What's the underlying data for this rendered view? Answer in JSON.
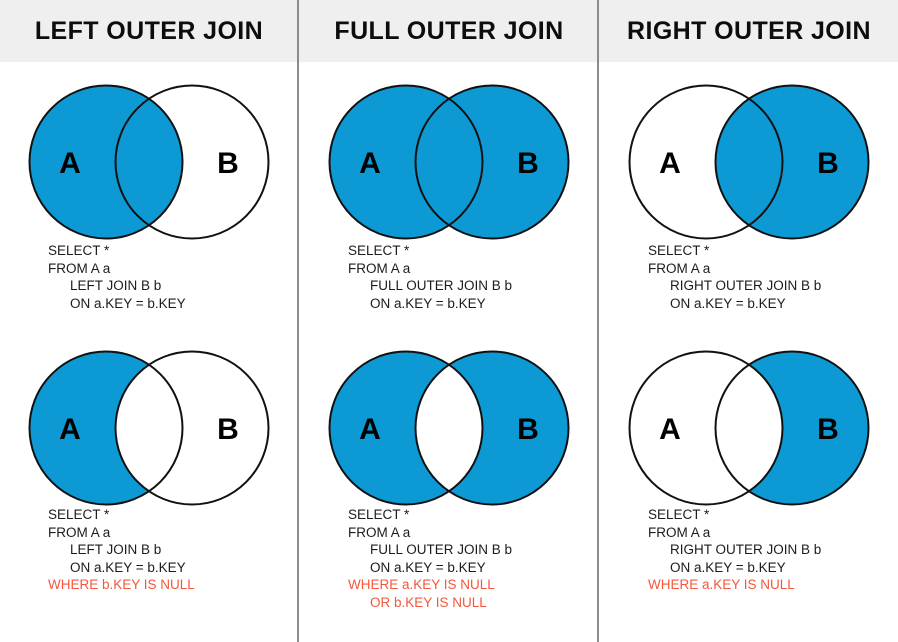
{
  "colors": {
    "fill_blue": "#0d9ad4",
    "stroke": "#111111",
    "header_bg": "#efefef",
    "divider": "#8c8c8c",
    "text": "#1c1c1c",
    "highlight_red": "#f4573b",
    "page_bg": "#ffffff"
  },
  "columns": [
    {
      "header": "LEFT OUTER JOIN",
      "cells": [
        {
          "venn": {
            "label_a": "A",
            "label_b": "B",
            "fill_a_only": true,
            "fill_intersection": true,
            "fill_b_only": false
          },
          "sql": [
            {
              "text": "SELECT *",
              "indent": 0,
              "red": false
            },
            {
              "text": "FROM A a",
              "indent": 0,
              "red": false
            },
            {
              "text": "LEFT JOIN B b",
              "indent": 1,
              "red": false
            },
            {
              "text": "ON a.KEY = b.KEY",
              "indent": 1,
              "red": false
            }
          ]
        },
        {
          "venn": {
            "label_a": "A",
            "label_b": "B",
            "fill_a_only": true,
            "fill_intersection": false,
            "fill_b_only": false
          },
          "sql": [
            {
              "text": "SELECT *",
              "indent": 0,
              "red": false
            },
            {
              "text": "FROM A a",
              "indent": 0,
              "red": false
            },
            {
              "text": "LEFT JOIN B b",
              "indent": 1,
              "red": false
            },
            {
              "text": "ON a.KEY = b.KEY",
              "indent": 1,
              "red": false
            },
            {
              "text": "WHERE b.KEY IS NULL",
              "indent": 0,
              "red": true
            }
          ]
        }
      ]
    },
    {
      "header": "FULL OUTER JOIN",
      "cells": [
        {
          "venn": {
            "label_a": "A",
            "label_b": "B",
            "fill_a_only": true,
            "fill_intersection": true,
            "fill_b_only": true
          },
          "sql": [
            {
              "text": "SELECT *",
              "indent": 0,
              "red": false
            },
            {
              "text": "FROM A a",
              "indent": 0,
              "red": false
            },
            {
              "text": "FULL OUTER JOIN B b",
              "indent": 1,
              "red": false
            },
            {
              "text": "ON a.KEY = b.KEY",
              "indent": 1,
              "red": false
            }
          ]
        },
        {
          "venn": {
            "label_a": "A",
            "label_b": "B",
            "fill_a_only": true,
            "fill_intersection": false,
            "fill_b_only": true
          },
          "sql": [
            {
              "text": "SELECT *",
              "indent": 0,
              "red": false
            },
            {
              "text": "FROM A a",
              "indent": 0,
              "red": false
            },
            {
              "text": "FULL OUTER JOIN B b",
              "indent": 1,
              "red": false
            },
            {
              "text": "ON a.KEY = b.KEY",
              "indent": 1,
              "red": false
            },
            {
              "text": "WHERE a.KEY IS NULL",
              "indent": 0,
              "red": true
            },
            {
              "text": "OR b.KEY IS NULL",
              "indent": 1,
              "red": true
            }
          ]
        }
      ]
    },
    {
      "header": "RIGHT OUTER JOIN",
      "cells": [
        {
          "venn": {
            "label_a": "A",
            "label_b": "B",
            "fill_a_only": false,
            "fill_intersection": true,
            "fill_b_only": true
          },
          "sql": [
            {
              "text": "SELECT *",
              "indent": 0,
              "red": false
            },
            {
              "text": "FROM A a",
              "indent": 0,
              "red": false
            },
            {
              "text": "RIGHT OUTER JOIN B b",
              "indent": 1,
              "red": false
            },
            {
              "text": "ON a.KEY = b.KEY",
              "indent": 1,
              "red": false
            }
          ]
        },
        {
          "venn": {
            "label_a": "A",
            "label_b": "B",
            "fill_a_only": false,
            "fill_intersection": false,
            "fill_b_only": true
          },
          "sql": [
            {
              "text": "SELECT *",
              "indent": 0,
              "red": false
            },
            {
              "text": "FROM A a",
              "indent": 0,
              "red": false
            },
            {
              "text": "RIGHT OUTER JOIN B b",
              "indent": 1,
              "red": false
            },
            {
              "text": "ON a.KEY = b.KEY",
              "indent": 1,
              "red": false
            },
            {
              "text": "WHERE a.KEY IS NULL",
              "indent": 0,
              "red": true
            }
          ]
        }
      ]
    }
  ]
}
